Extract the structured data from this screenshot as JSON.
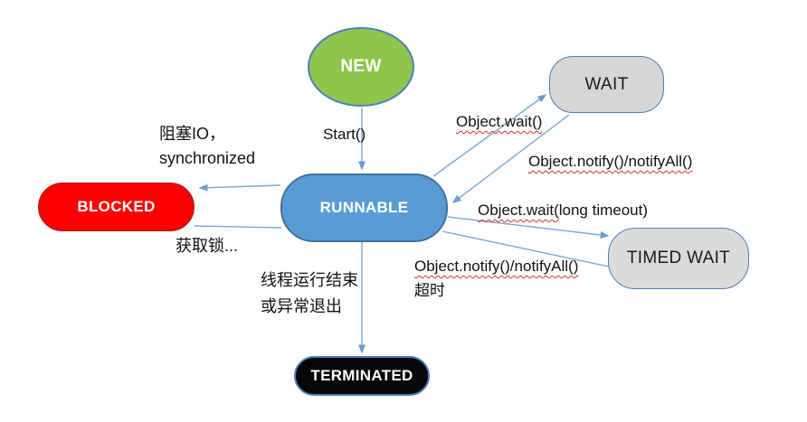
{
  "diagram": {
    "type": "state-diagram",
    "subject": "Java thread lifecycle states",
    "nodes": {
      "new": {
        "label": "NEW",
        "fill": "#8DC64A",
        "text_color": "#FFFFFF",
        "shape": "ellipse"
      },
      "runnable": {
        "label": "RUNNABLE",
        "fill": "#5B9BD5",
        "text_color": "#FFFFFF",
        "shape": "rounded-rect"
      },
      "wait": {
        "label": "WAIT",
        "fill": "#D6D6D6",
        "text_color": "#1A1A1A",
        "shape": "rounded-rect"
      },
      "timed_wait": {
        "label": "TIMED WAIT",
        "fill": "#DBDBDB",
        "text_color": "#1A1A1A",
        "shape": "rounded-rect"
      },
      "blocked": {
        "label": "BLOCKED",
        "fill": "#FF0000",
        "text_color": "#FFFFFF",
        "shape": "pill"
      },
      "terminated": {
        "label": "TERMINATED",
        "fill": "#070707",
        "text_color": "#FFFFFF",
        "shape": "pill"
      }
    },
    "edges": {
      "start": {
        "from": "NEW",
        "to": "RUNNABLE",
        "label": "Start()"
      },
      "object_wait": {
        "from": "RUNNABLE",
        "to": "WAIT",
        "label": "Object.wait()"
      },
      "notify_from_wait": {
        "from": "WAIT",
        "to": "RUNNABLE",
        "label": "Object.notify()/notifyAll()"
      },
      "wait_timeout": {
        "from": "RUNNABLE",
        "to": "TIMED WAIT",
        "label_flagged": "Object.wait(",
        "label_rest": "long timeout)"
      },
      "notify_from_timed": {
        "from": "TIMED WAIT",
        "to": "RUNNABLE",
        "label": "Object.notify()/notifyAll()",
        "label_line2": "超时"
      },
      "block": {
        "from": "RUNNABLE",
        "to": "BLOCKED",
        "label_line1": "阻塞IO，",
        "label_line2": "synchronized"
      },
      "acquire_lock": {
        "from": "BLOCKED",
        "to": "RUNNABLE",
        "label": "获取锁..."
      },
      "terminate": {
        "from": "RUNNABLE",
        "to": "TERMINATED",
        "label_line1": "线程运行结束",
        "label_line2": "或异常退出"
      }
    },
    "colors": {
      "arrow": "#7AA6D8",
      "spellcheck_underline": "#E02B2B",
      "background": "#FFFFFF"
    }
  }
}
